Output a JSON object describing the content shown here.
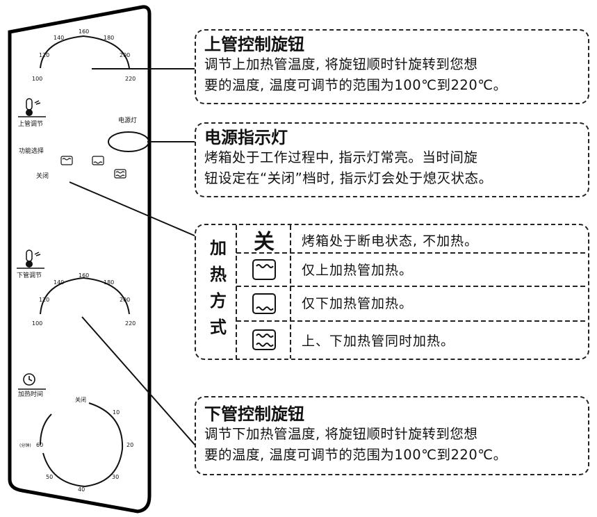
{
  "panel": {
    "upper_dial_ticks": [
      "100",
      "120",
      "140",
      "160",
      "180",
      "200",
      "220"
    ],
    "upper_label": "上管调节",
    "power_light_label": "电源灯",
    "function_label": "功能选择",
    "off_label": "关闭",
    "lower_label": "下管调节",
    "lower_dial_ticks": [
      "100",
      "120",
      "140",
      "160",
      "180",
      "200",
      "220"
    ],
    "timer_label": "加热时间",
    "timer_ticks": [
      "关闭",
      "10",
      "20",
      "30",
      "40",
      "50",
      "60"
    ],
    "timer_unit": "(分钟)"
  },
  "callouts": {
    "upper_knob": {
      "title": "上管控制旋钮",
      "line1": "调节上加热管温度, 将旋钮顺时针旋转到您想",
      "line2": "要的温度, 温度可调节的范围为100℃到220℃。"
    },
    "power_light": {
      "title": "电源指示灯",
      "line1": "烤箱处于工作过程中, 指示灯常亮。当时间旋",
      "line2": "钮设定在“关闭”档时, 指示灯会处于熄灭状态。"
    },
    "heating_modes": {
      "label_chars": [
        "加",
        "热",
        "方",
        "式"
      ],
      "rows": [
        {
          "symbol": "关",
          "text": "烤箱处于断电状态, 不加热。",
          "icon": "off-symbol"
        },
        {
          "symbol": "",
          "text": "仅上加热管加热。",
          "icon": "top-heat-icon"
        },
        {
          "symbol": "",
          "text": "仅下加热管加热。",
          "icon": "bottom-heat-icon"
        },
        {
          "symbol": "",
          "text": "上、下加热管同时加热。",
          "icon": "top-bottom-heat-icon"
        }
      ]
    },
    "lower_knob": {
      "title": "下管控制旋钮",
      "line1": "调节下加热管温度, 将旋钮顺时针旋转到您想",
      "line2": "要的温度, 温度可调节的范围为100℃到220℃。"
    }
  }
}
